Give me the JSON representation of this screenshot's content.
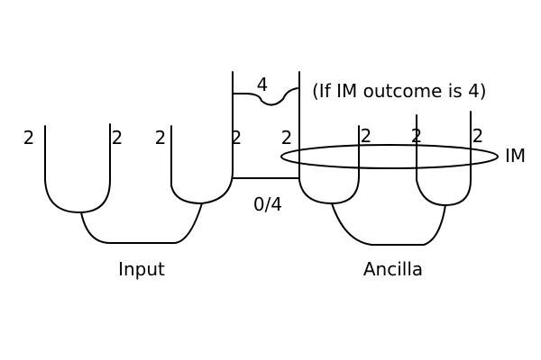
{
  "diagram": {
    "wire_labels": {
      "input_left_outer": "2",
      "input_left_inner": "2",
      "input_right_outer": "2",
      "input_right_inner": "2",
      "ancilla_left_outer": "2",
      "ancilla_left_inner": "2",
      "ancilla_right_inner": "2",
      "ancilla_right_outer": "2",
      "top_output": "4",
      "middle_link": "0/4"
    },
    "measurement_label": "IM",
    "condition_note": "(If IM outcome is 4)",
    "group_labels": {
      "input": "Input",
      "ancilla": "Ancilla"
    },
    "colors": {
      "line": "#000000",
      "background": "#ffffff"
    }
  }
}
